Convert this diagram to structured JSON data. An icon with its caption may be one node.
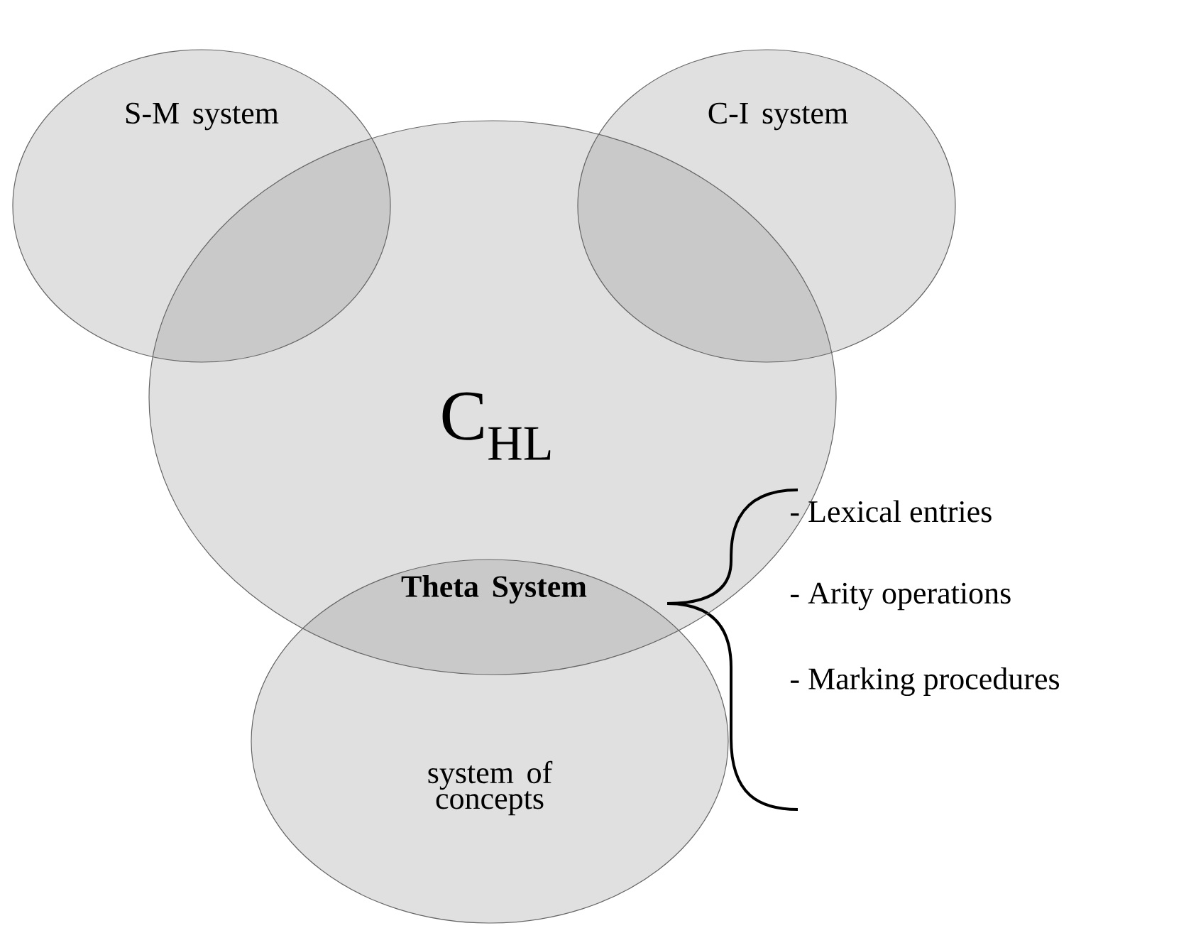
{
  "diagram": {
    "nodes": [
      {
        "text": [
          "S-M system"
        ]
      },
      {
        "text": [
          "C-I system"
        ]
      },
      {
        "text": [
          "C$_{HL}$"
        ]
      },
      {
        "text": [
          "Theta System",
          "system of concepts"
        ]
      }
    ],
    "labels": [
      "- Lexical entries",
      "- Arity operations",
      "- Marking procedures"
    ]
  }
}
